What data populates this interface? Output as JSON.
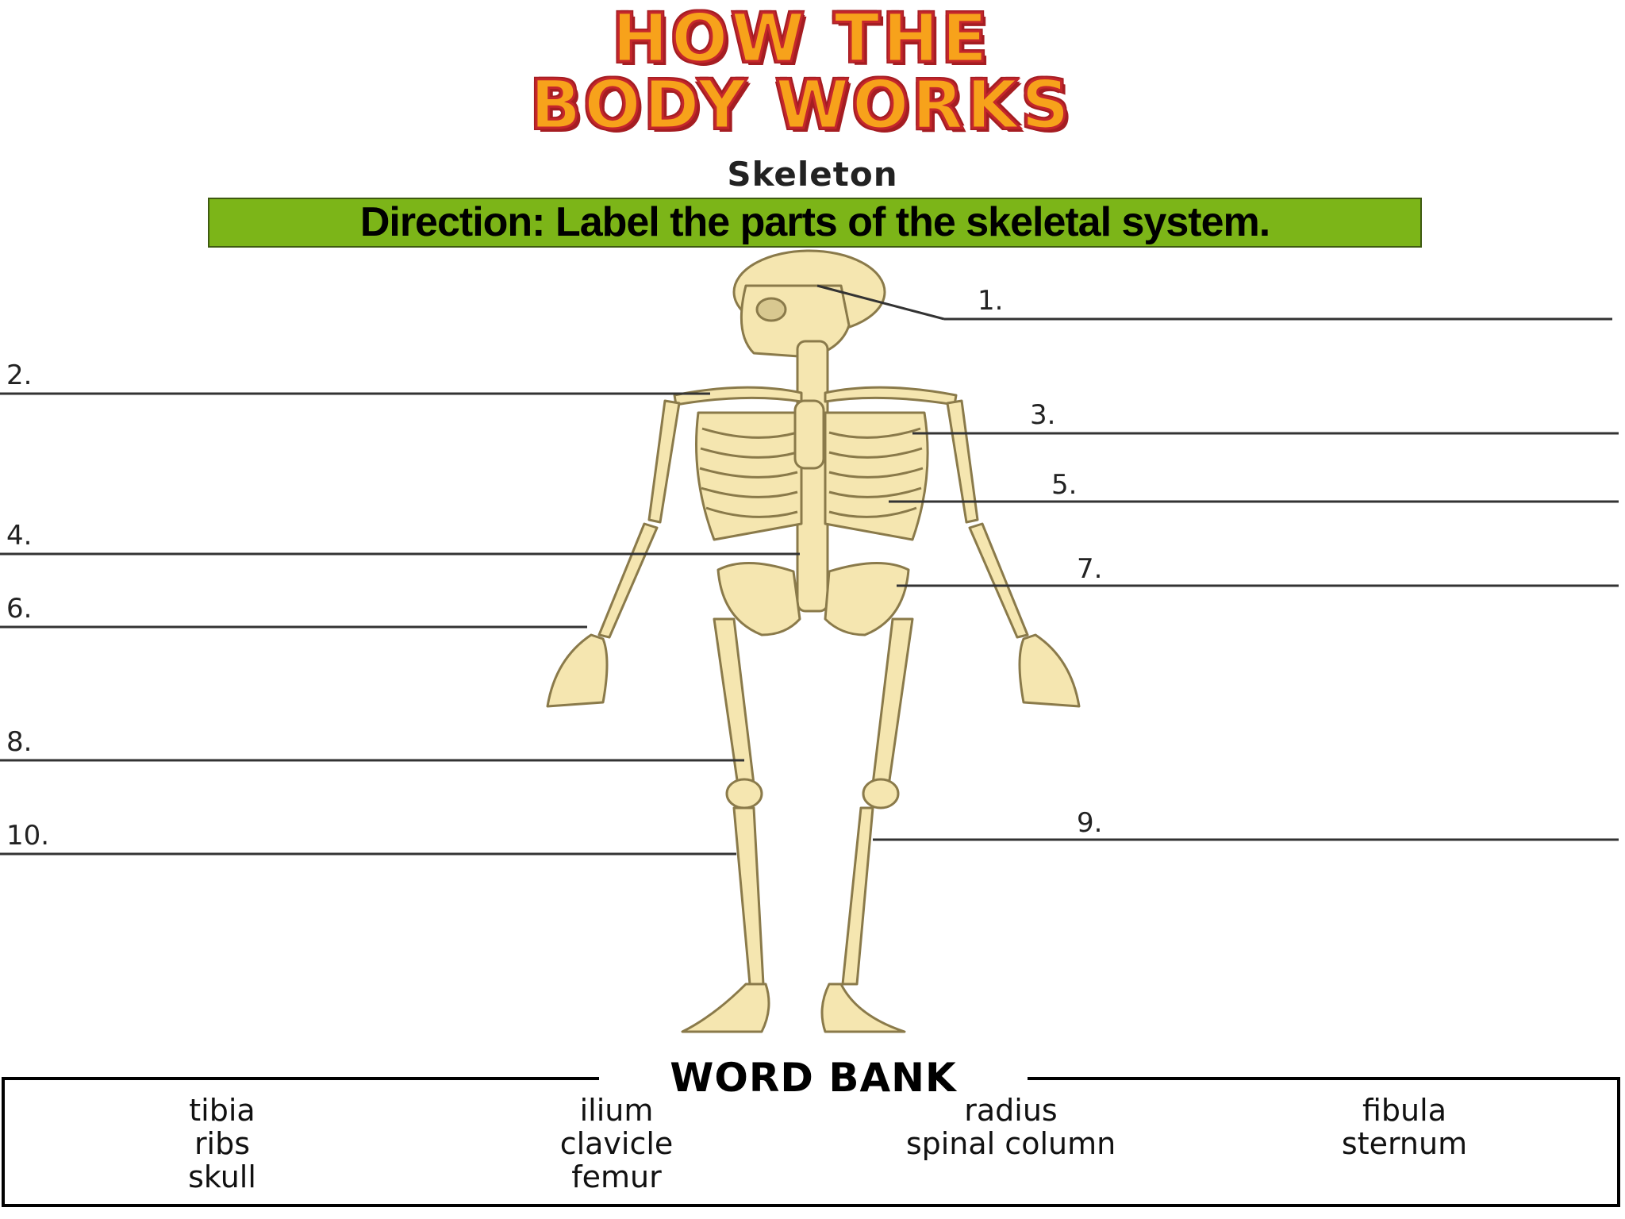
{
  "header": {
    "title_line1": "HOW THE",
    "title_line2": "BODY WORKS",
    "subtitle": "Skeleton",
    "direction": "Direction: Label the parts of the skeletal system."
  },
  "labels": [
    "1.",
    "2.",
    "3.",
    "4.",
    "5.",
    "6.",
    "7.",
    "8.",
    "9.",
    "10."
  ],
  "word_bank": {
    "title": "WORD BANK",
    "words": [
      "tibia",
      "ilium",
      "radius",
      "fibula",
      "ribs",
      "clavicle",
      "spinal column",
      "sternum",
      "skull",
      "femur"
    ]
  },
  "colors": {
    "bone": "#f5e6b0",
    "bone_outline": "#8a7a4a",
    "direction_bg": "#7cb518",
    "title_fill": "#f7a21b",
    "title_outline": "#c4262b"
  }
}
